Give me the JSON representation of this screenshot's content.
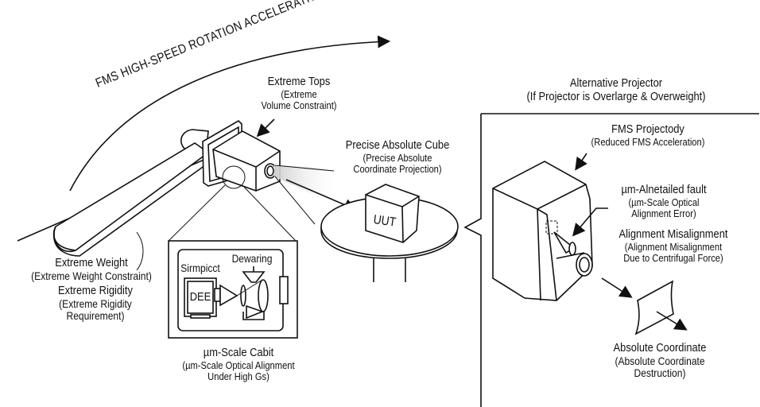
{
  "rotation_arrow": {
    "label": "FMS HIGH-SPEED ROTATION ACCELERATION"
  },
  "extreme_tops": {
    "title": "Extreme Tops",
    "subtitle_line1": "(Extreme",
    "subtitle_line2": "Volume Constraint)"
  },
  "precise_cube": {
    "title": "Precise Absolute Cube",
    "subtitle_line1": "(Precise Absolute",
    "subtitle_line2": "Coordinate Projection)"
  },
  "uut": {
    "label": "UUT"
  },
  "extreme_weight": {
    "title": "Extreme Weight",
    "subtitle": "(Extreme Weight Constraint)"
  },
  "extreme_rigidity": {
    "title": "Extreme Rigidity",
    "subtitle_line1": "(Extreme Rigidity",
    "subtitle_line2": "Requirement)"
  },
  "inset": {
    "source_label": "Sirmpicct",
    "optics_label": "Dewaring",
    "box_label": "DEE",
    "title": "µm-Scale Cabit",
    "subtitle_line1": "(µm-Scale Optical Alignment",
    "subtitle_line2": "Under High Gs)"
  },
  "alternative": {
    "title": "Alternative Projector",
    "subtitle": "(If Projector is Overlarge & Overweight)"
  },
  "fms_projector": {
    "title": "FMS Projectody",
    "subtitle": "(Reduced FMS Acceleration)"
  },
  "fault": {
    "title": "µm-Alnetailed fault",
    "subtitle_line1": "(µm-Scale Optical",
    "subtitle_line2": "Alignment Error)"
  },
  "misalignment": {
    "title": "Alignment Misalignment",
    "subtitle_line1": "(Alignment Misalignment",
    "subtitle_line2": "Due to Centrifugal Force)"
  },
  "absolute_coordinate": {
    "title": "Absolute Coordinate",
    "subtitle_line1": "(Absolute Coordinate",
    "subtitle_line2": "Destruction)"
  }
}
